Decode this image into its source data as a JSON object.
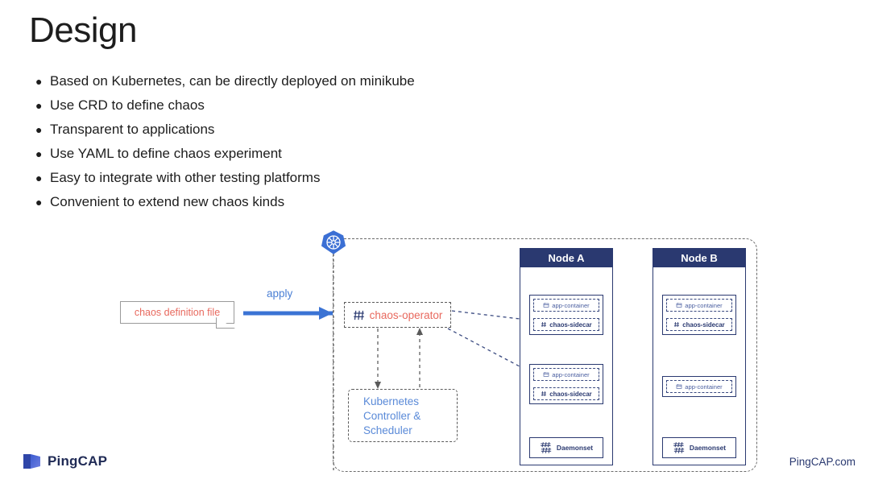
{
  "slide": {
    "title": "Design",
    "bullet_marker": "●",
    "bullets": [
      "Based on Kubernetes, can be directly deployed on minikube",
      "Use CRD to define chaos",
      "Transparent to applications",
      "Use YAML to define chaos experiment",
      "Easy to integrate with other testing platforms",
      "Convenient to extend new chaos kinds"
    ]
  },
  "diagram": {
    "file_node": {
      "label": "chaos definition file"
    },
    "apply_arrow": {
      "label": "apply"
    },
    "k8s_logo": {
      "name": "kubernetes-logo"
    },
    "operator": {
      "label": "chaos-operator",
      "icon": "grid-hash-icon"
    },
    "controller": {
      "line1": "Kubernetes",
      "line2": "Controller &",
      "line3": "Scheduler"
    },
    "nodes": [
      {
        "title": "Node A",
        "pods": [
          {
            "containers": [
              {
                "label": "app-container",
                "icon": "container-icon",
                "emphasis": false
              },
              {
                "label": "chaos-sidecar",
                "icon": "grid-hash-icon",
                "emphasis": true
              }
            ]
          },
          {
            "containers": [
              {
                "label": "app-container",
                "icon": "container-icon",
                "emphasis": false
              },
              {
                "label": "chaos-sidecar",
                "icon": "grid-hash-icon",
                "emphasis": true
              }
            ]
          }
        ],
        "daemonset": {
          "label": "Daemonset",
          "icon": "daemonset-grid-icon"
        }
      },
      {
        "title": "Node B",
        "pods": [
          {
            "containers": [
              {
                "label": "app-container",
                "icon": "container-icon",
                "emphasis": false
              },
              {
                "label": "chaos-sidecar",
                "icon": "grid-hash-icon",
                "emphasis": true
              }
            ]
          },
          {
            "containers": [
              {
                "label": "app-container",
                "icon": "container-icon",
                "emphasis": false
              }
            ]
          }
        ],
        "daemonset": {
          "label": "Daemonset",
          "icon": "daemonset-grid-icon"
        }
      }
    ]
  },
  "footer": {
    "brand": "PingCAP",
    "url": "PingCAP.com"
  },
  "colors": {
    "navy": "#2a3970",
    "accent_blue": "#4a7fd4",
    "arrow_blue": "#3b73d4",
    "coral": "#e8695e",
    "k8s_blue": "#326ce5",
    "text": "#1d1d1d",
    "dash_gray": "#6b6b6b"
  }
}
